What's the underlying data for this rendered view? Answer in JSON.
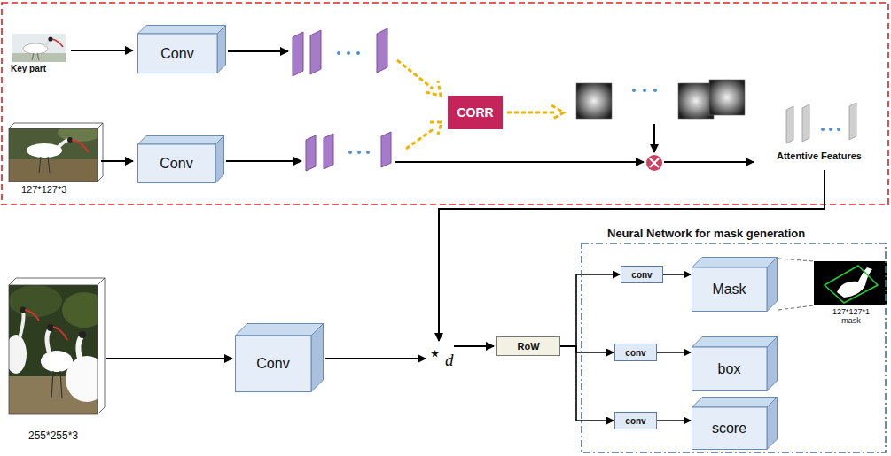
{
  "diagram": {
    "nodes": [
      {
        "text": [
          "Conv"
        ]
      },
      {
        "text": [
          "Conv"
        ]
      },
      {
        "text": [
          "CORR"
        ]
      },
      {
        "text": [
          "Conv"
        ]
      },
      {
        "text": [
          "RoW"
        ]
      },
      {
        "text": [
          "Neural Network for mask generation"
        ]
      },
      {
        "text": [
          "conv"
        ],
        "in": 5
      },
      {
        "text": [
          "Mask"
        ],
        "in": 5
      },
      {
        "text": [
          "conv"
        ],
        "in": 5
      },
      {
        "text": [
          "box"
        ],
        "in": 5
      },
      {
        "text": [
          "conv"
        ],
        "in": 5
      },
      {
        "text": [
          "score"
        ],
        "in": 5
      }
    ],
    "edges": [
      {
        "from": 4,
        "to": 6,
        "arrow": "to"
      },
      {
        "from": 4,
        "to": 8,
        "arrow": "to"
      },
      {
        "from": 4,
        "to": 10,
        "arrow": "to"
      },
      {
        "from": 6,
        "to": 7,
        "arrow": "to"
      },
      {
        "from": 8,
        "to": 9,
        "arrow": "to"
      },
      {
        "from": 10,
        "to": 11,
        "arrow": "to"
      }
    ],
    "labels": [
      "Key part",
      "127*127*3",
      "Attentive Features",
      "255*255*3",
      "⋆",
      "d",
      "127*127*1 mask"
    ]
  }
}
